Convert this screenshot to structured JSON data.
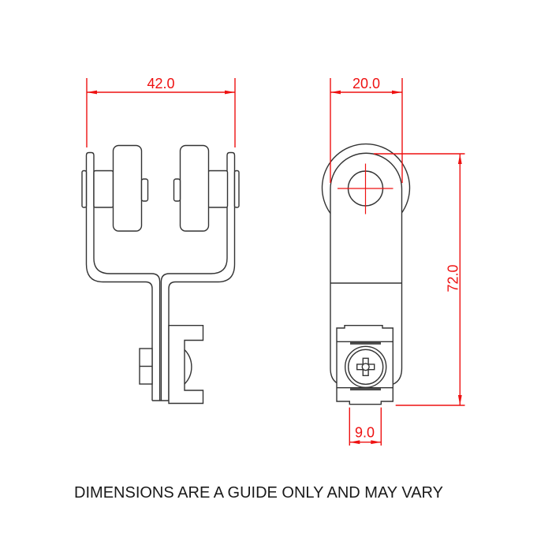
{
  "note": "DIMENSIONS ARE A GUIDE ONLY AND MAY VARY",
  "dimensions": {
    "front_width": "42.0",
    "side_width": "20.0",
    "side_height": "72.0",
    "side_tab_width": "9.0"
  },
  "colors": {
    "dimension_red": "#ee1111",
    "line_gray": "#333333",
    "dark_bar_gray": "#4a4a4a",
    "note_black": "#1a1a1a",
    "background": "#ffffff"
  }
}
